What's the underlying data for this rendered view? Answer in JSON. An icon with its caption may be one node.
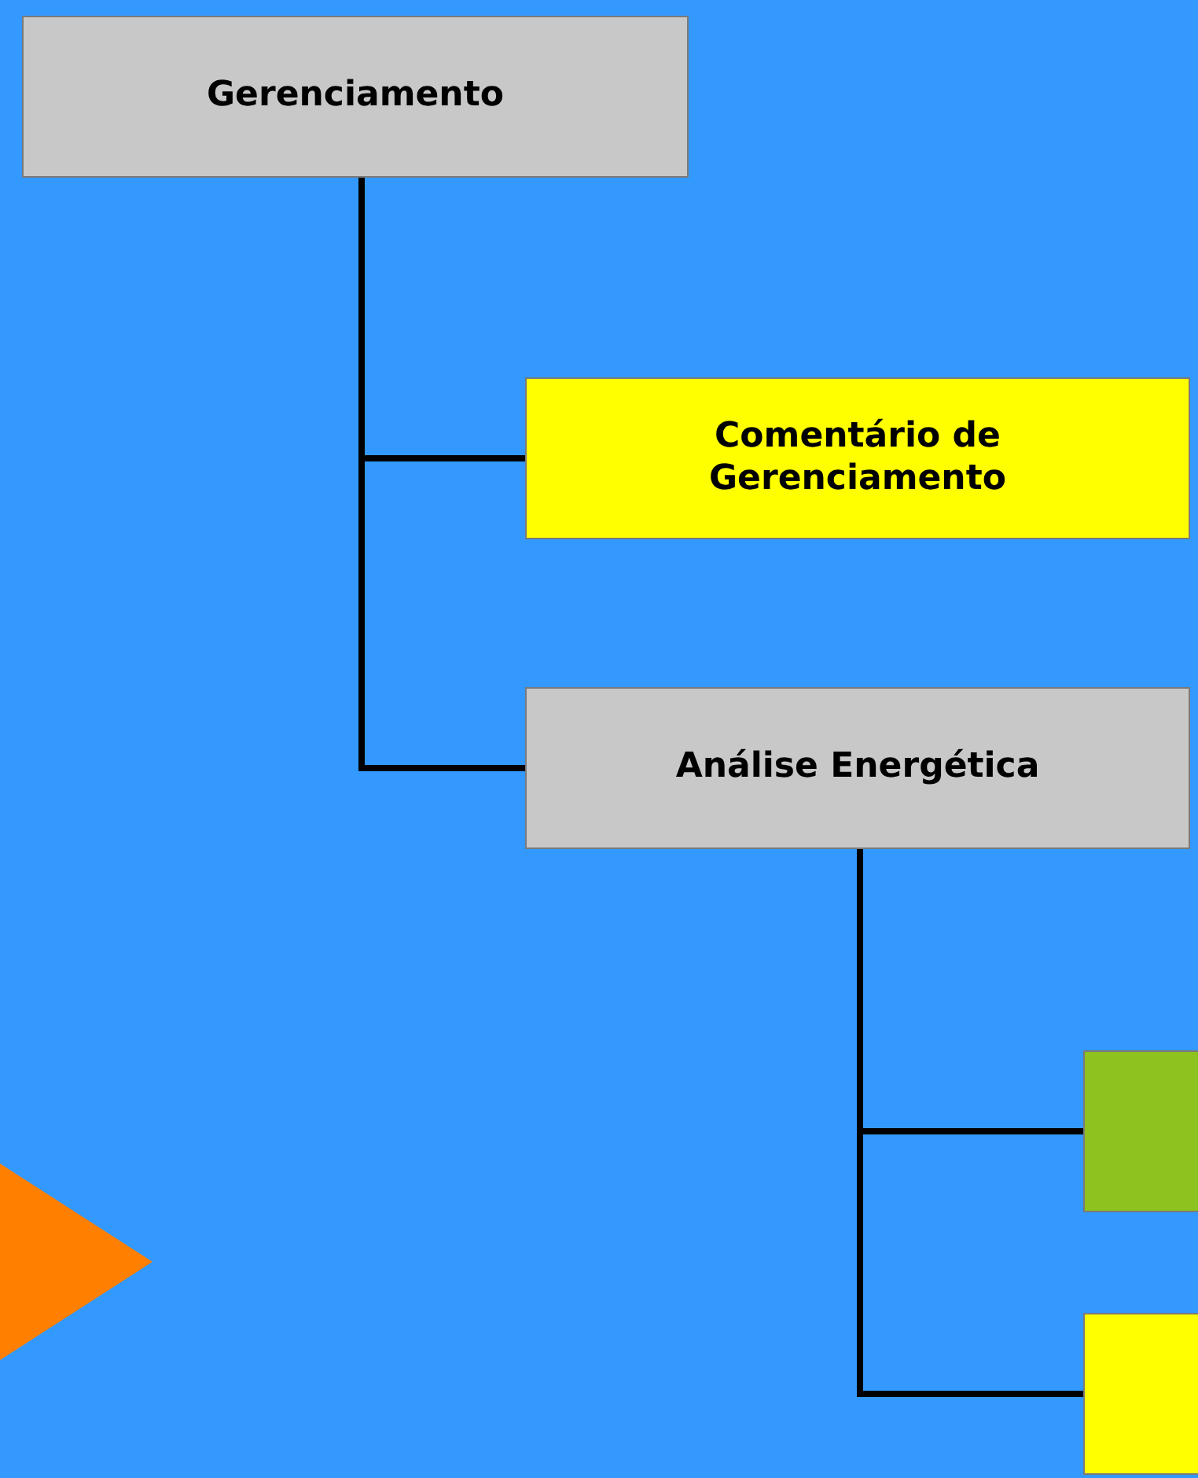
{
  "diagram": {
    "nodes": [
      {
        "text": [
          "Gerenciamento"
        ]
      },
      {
        "text": [
          "Comentário de Gerenciamento"
        ]
      },
      {
        "text": [
          "Análise Energética"
        ]
      },
      {
        "text": [],
        "shape": "box"
      },
      {
        "text": [],
        "shape": "box"
      },
      {
        "text": [],
        "shape": "triangle"
      }
    ],
    "edges": [
      {
        "from": 0,
        "to": 1,
        "arrow": "none"
      },
      {
        "from": 0,
        "to": 2,
        "arrow": "none"
      },
      {
        "from": 2,
        "to": 3,
        "arrow": "none"
      },
      {
        "from": 2,
        "to": 4,
        "arrow": "none"
      }
    ]
  }
}
